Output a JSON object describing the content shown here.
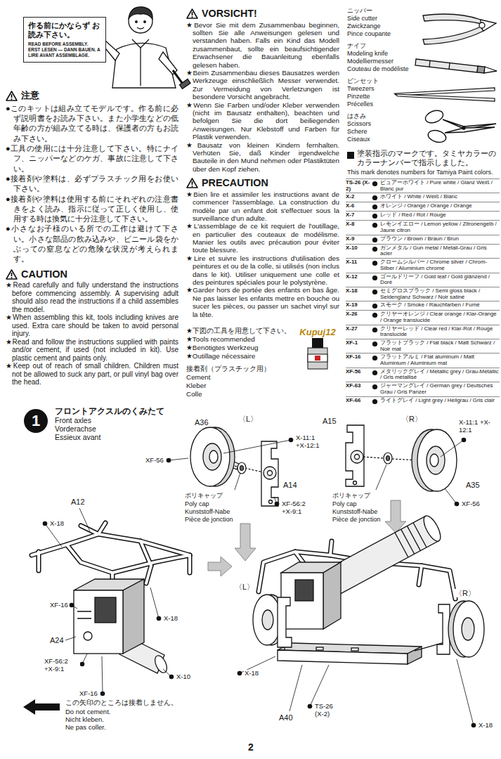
{
  "diagram": {
    "nodes": [
      {
        "text": [
          "作る前にかならず お読み下さい。",
          "READ BEFORE ASSEMBLY. ERST LESEN — DANN BAUEN. A LIRE AVANT ASSEMBLAGE."
        ]
      },
      {
        "text": [
          "1",
          "フロントアクスルのくみたて",
          "Front axles",
          "Vorderachse",
          "Essieux avant"
        ]
      }
    ],
    "labels": [
      "注意",
      "●このキットは組み立てモデルです。作る前に必ず説明書をお読み下さい。また小学生などの低年齢の方が組み立てる時は、保護者の方もお読み下さい。",
      "●工具の使用には十分注意して下さい。特にナイフ、ニッパーなどのケガ、事故に注意して下さい。",
      "●接着剤や塗料は、必ずプラスチック用をお使い下さい。",
      "●接着剤や塗料は使用する前にそれぞれの注意書きをよく読み、指示に従って正しく使用し、使用する時は換気に十分注意して下さい。",
      "●小さなお子様のいる所での工作は避けて下さい。小さな部品の飲み込みや、ビニール袋をかぶっての窒息などの危険な状況が考えられます。",
      "CAUTION",
      "★Read carefully and fully understand the instructions before commencing assembly. A supervising adult should also read the instructions if a child assembles the model.",
      "★When assembling this kit, tools including knives are used. Extra care should be taken to avoid personal injury.",
      "★Read and follow the instructions supplied with paints and/or cement, if used (not included in kit). Use plastic cement and paints only.",
      "★Keep out of reach of small children. Children must not be allowed to suck any part, or pull vinyl bag over the head.",
      "VORSICHT!",
      "★Bevor Sie mit dem Zusammenbau beginnen, sollten Sie alle Anweisungen gelesen und verstanden haben. Falls ein Kind das Modell zusammenbaut, sollte ein beaufsichtigender Erwachsener die Bauanleitung ebenfalls gelesen haben.",
      "★Beim Zusammenbau dieses Bausatzes werden Werkzeuge einschließlich Messer verwendet. Zur Vermeidung von Verletzungen ist besondere Vorsicht angebracht.",
      "★Wenn Sie Farben und/oder Kleber verwenden (nicht im Bausatz enthalten), beachten und befolgen Sie die dort beiliegenden Anweisungen. Nur Klebstoff und Farben für Plastik verwenden.",
      "★Bausatz von kleinen Kindern fernhalten. Verhüten Sie, daß Kinder irgendwelche Bauteile in den Mund nehmen oder Plastiktüten über den Kopf ziehen.",
      "PRECAUTION",
      "★Bien lire et assimiler les instructions avant de commencer l'assemblage. La construction du modèle par un enfant doit s'effectuer sous la surveillance d'un adulte.",
      "★L'assemblage de ce kit requiert de l'outillage, en particulier des couteaux de modélisme. Manier les outils avec précaution pour éviter toute blessure.",
      "★Lire et suivre les instructions d'utilisation des peintures et ou de la colle, si utilisés (non inclus dans le kit). Utiliser uniquement une colle et des peintures spéciales pour le polystyrène.",
      "★Garder hors de portée des enfants en bas âge. Ne pas laisser les enfants mettre en bouche ou sucer les pièces, ou passer un sachet vinyl sur la tête.",
      "★下図の工具を用意して下さい。",
      "★Tools recommended",
      "★Benötigtes Werkzeug",
      "★Outillage nécessaire",
      "接着剤（プラスチック用）",
      "Cement",
      "Kleber",
      "Colle",
      "Kupuj12",
      "ニッパー",
      "Side cutter",
      "Zwickzange",
      "Pince coupante",
      "ナイフ",
      "Modeling knife",
      "Modelliermesser",
      "Couteau de modéliste",
      "ピンセット",
      "Tweezers",
      "Pinzette",
      "Précelles",
      "はさみ",
      "Scissors",
      "Schere",
      "Ciseaux",
      "塗装指示のマークです。タミヤカラーのカラーナンバーで指示しました。",
      "This mark denotes numbers for Tamiya Paint colors.",
      "TS-26 (X-2)",
      "ピュアーホワイト / Pure white / Glanz Weiß / Blanc pur",
      "X-2",
      "ホワイト / White / Weiß / Blanc",
      "X-6",
      "オレンジ / Orange / Orange / Orange",
      "X-7",
      "レッド / Red / Rot / Rouge",
      "X-8",
      "レモンイエロー / Lemon yellow / Zitronengelb / Jaune citron",
      "X-9",
      "ブラウン / Brown / Braun / Brun",
      "X-10",
      "ガンメタル / Gun metal / Metall-Grau / Gris acier",
      "X-11",
      "クロームシルバー / Chrome silver / Chrom-Silber / Aluminium chromé",
      "X-12",
      "ゴールドリーフ / Gold leaf / Gold glänzend / Doré",
      "X-18",
      "セミグロスブラック / Semi gloss black / Seidenglanz Schwarz / Noir satiné",
      "X-19",
      "スモーク / Smoke / Rauchfarben / Fumé",
      "X-26",
      "クリヤーオレンジ / Clear orange / Klar-Orange / Orange translucide",
      "X-27",
      "クリヤーレッド / Clear red / Klar-Rot / Rouge translucide",
      "XF-1",
      "フラットブラック / Flat black / Matt Schwarz / Noir mat",
      "XF-16",
      "フラットアルミ / Flat aluminum / Matt Aluminium / Aluminium mat",
      "XF-56",
      "メタリックグレイ / Metallic grey / Grau-Metallic / Gris métallisé",
      "XF-63",
      "ジャーマングレイ / German grey / Deutsches Grau / Gris Panzer",
      "XF-66",
      "ライトグレイ / Light grey / Hellgrau / Gris clair",
      "A36",
      "〈L〉",
      "X-11:1 +X-12:1",
      "XF-56",
      "A14",
      "ポリキャップ",
      "Poly cap",
      "Kunststoff-Nabe",
      "Pièce de jonction",
      "XF-56:2 +X-9:1",
      "A15",
      "〈R〉",
      "X-11:1 +X-12:1",
      "A35",
      "ポリキャップ",
      "Poly cap",
      "Kunststoff-Nabe",
      "Pièce de jonction",
      "XF-56",
      "A12",
      "X-18",
      "XF-16",
      "X-18",
      "A24",
      "XF-56:2 +X-9:1",
      "XF-16",
      "X-10",
      "〈L〉",
      "〈R〉",
      "X-18",
      "A40",
      "TS-26 (X-2)",
      "X-18",
      "この矢印のところは接着しません。",
      "Do not cement.",
      "Nicht kleben.",
      "Ne pas coller.",
      "2"
    ]
  }
}
